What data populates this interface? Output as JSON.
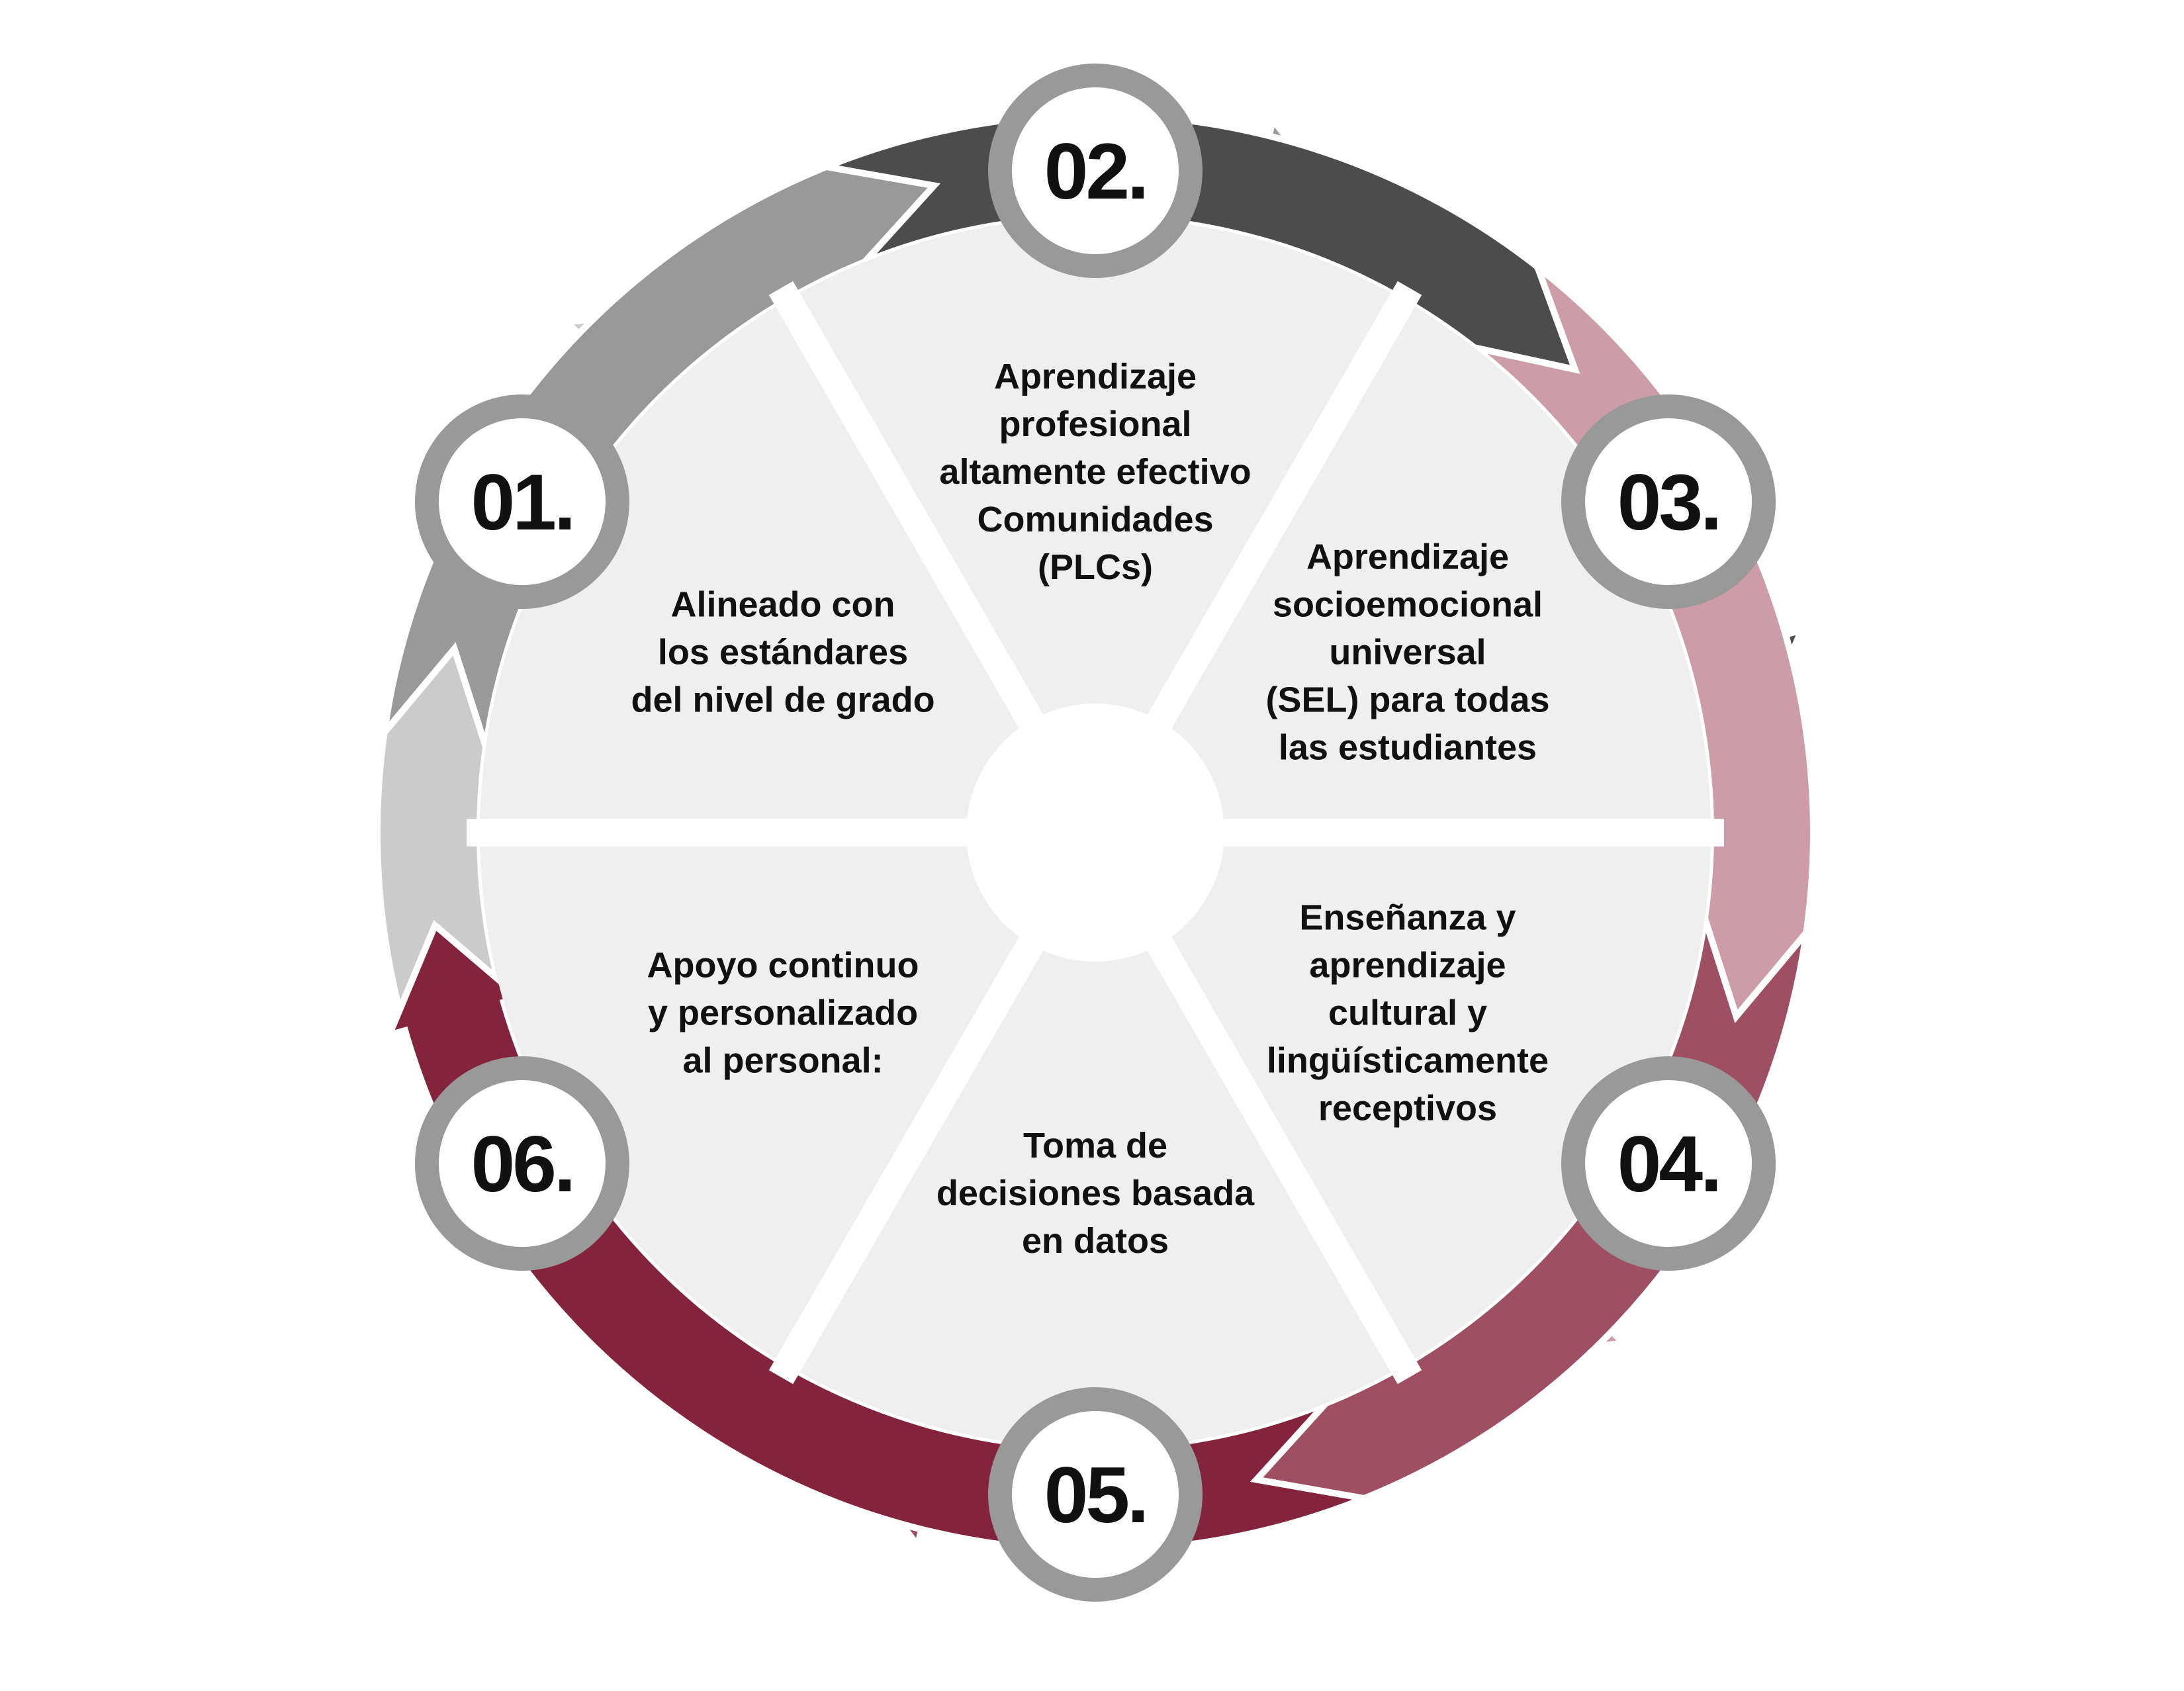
{
  "colors": {
    "background": "#ffffff",
    "wedge_fill": "#efefef",
    "gap": "#ffffff",
    "badge_ring": "#999999",
    "badge_inner": "#ffffff",
    "text": "#111111"
  },
  "steps": [
    {
      "number": "01.",
      "lines": [
        "Alineado con",
        "los estándares",
        "del nivel de grado"
      ],
      "arrow_color": "#cbcbcb"
    },
    {
      "number": "02.",
      "lines": [
        "Aprendizaje",
        "profesional",
        "altamente efectivo",
        "Comunidades",
        "(PLCs)"
      ],
      "arrow_color": "#999999"
    },
    {
      "number": "03.",
      "lines": [
        "Aprendizaje",
        "socioemocional",
        "universal",
        "(SEL) para todas",
        "las estudiantes"
      ],
      "arrow_color": "#4c4c4c"
    },
    {
      "number": "04.",
      "lines": [
        "Enseñanza y",
        "aprendizaje",
        "cultural y",
        "lingüísticamente",
        "receptivos"
      ],
      "arrow_color": "#cc9ca8"
    },
    {
      "number": "05.",
      "lines": [
        "Toma de",
        "decisiones basada",
        "en datos"
      ],
      "arrow_color": "#9e4f63"
    },
    {
      "number": "06.",
      "lines": [
        "Apoyo continuo",
        "y personalizado",
        "al personal:"
      ],
      "arrow_color": "#84233e"
    }
  ]
}
